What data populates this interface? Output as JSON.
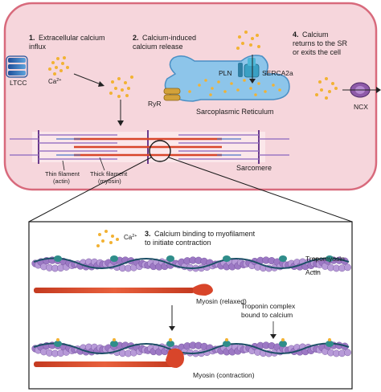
{
  "steps": {
    "s1_num": "1.",
    "s1_line1": "Extracellular calcium",
    "s1_line2": "influx",
    "s2_num": "2.",
    "s2_line1": "Calcium-induced",
    "s2_line2": "calcium release",
    "s3_num": "3.",
    "s3_line1": "Calcium binding to myofilament",
    "s3_line2": "to initiate contraction",
    "s4_num": "4.",
    "s4_line1": "Calcium",
    "s4_line2": "returns to the SR",
    "s4_line3": "or exits the cell"
  },
  "labels": {
    "ltcc": "LTCC",
    "ca": "Ca",
    "ca_sup": "2+",
    "ryr": "RyR",
    "pln": "PLN",
    "serca": "SERCA2a",
    "sr": "Sarcoplasmic Reticulum",
    "ncx": "NCX",
    "sarcomere": "Sarcomere",
    "thin1": "Thin filament",
    "thin2": "(actin)",
    "thick1": "Thick filament",
    "thick2": "(myosin)",
    "tropomyosin": "Tropomyosin",
    "actin": "Actin",
    "myosin_relaxed": "Myosin (relaxed)",
    "troponin1": "Troponin complex",
    "troponin2": "bound to calcium",
    "myosin_contraction": "Myosin (contraction)"
  },
  "colors": {
    "cell_fill": "#f6d6dc",
    "cell_stroke": "#d86a7c",
    "sr_fill": "#8dc5ea",
    "calcium": "#f2b233",
    "actin_purple": "#9c78c4",
    "myosin_red": "#d8452a",
    "troponin_teal": "#2f8d8a"
  }
}
